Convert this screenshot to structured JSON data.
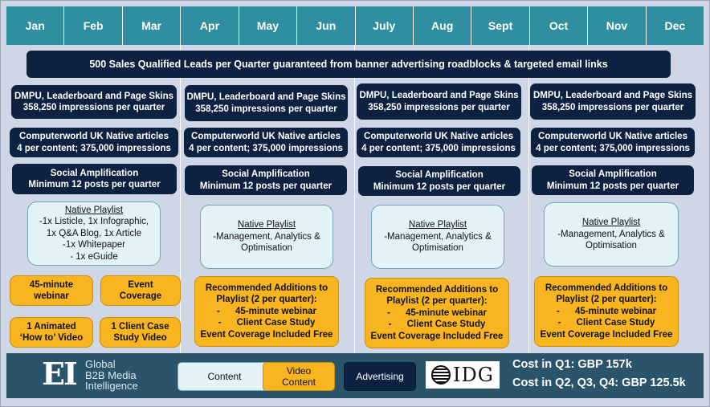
{
  "months": [
    "Jan",
    "Feb",
    "Mar",
    "Apr",
    "May",
    "Jun",
    "July",
    "Aug",
    "Sept",
    "Oct",
    "Nov",
    "Dec"
  ],
  "banner": "500 Sales Qualified Leads per Quarter guaranteed from banner advertising roadblocks & targeted email links",
  "quarters": [
    {
      "dmpu": [
        "DMPU, Leaderboard and Page Skins",
        "358,250 impressions per quarter"
      ],
      "native": [
        "Computerworld UK Native articles",
        "4 per content; 375,000 impressions"
      ],
      "social": [
        "Social Amplification",
        "Minimum 12 posts per quarter"
      ],
      "playlist_title": "Native Playlist",
      "playlist_lines": [
        "-1x Listicle, 1x Infographic,",
        "1x Q&A Blog, 1x Article",
        "-1x Whitepaper",
        "- 1x eGuide"
      ]
    },
    {
      "dmpu": [
        "DMPU, Leaderboard and Page Skins",
        "358,250 impressions per quarter"
      ],
      "native": [
        "Computerworld UK Native articles",
        "4 per content; 375,000 impressions"
      ],
      "social": [
        "Social Amplification",
        "Minimum 12 posts per quarter"
      ],
      "playlist_title": "Native Playlist",
      "playlist_lines": [
        "-Management, Analytics &",
        "Optimisation"
      ]
    },
    {
      "dmpu": [
        "DMPU, Leaderboard and Page Skins",
        "358,250 impressions per quarter"
      ],
      "native": [
        "Computerworld UK Native articles",
        "4 per content; 375,000 impressions"
      ],
      "social": [
        "Social Amplification",
        "Minimum 12 posts per quarter"
      ],
      "playlist_title": "Native Playlist",
      "playlist_lines": [
        "-Management, Analytics &",
        "Optimisation"
      ]
    },
    {
      "dmpu": [
        "DMPU, Leaderboard and Page Skins",
        "358,250 impressions per quarter"
      ],
      "native": [
        "Computerworld UK Native articles",
        "4 per content; 375,000 impressions"
      ],
      "social": [
        "Social Amplification",
        "Minimum 12 posts per quarter"
      ],
      "playlist_title": "Native Playlist",
      "playlist_lines": [
        "-Management, Analytics &",
        "Optimisation"
      ]
    }
  ],
  "q1_videos": {
    "webinar": [
      "45-minute",
      "webinar"
    ],
    "event": [
      "Event",
      "Coverage"
    ],
    "animated": [
      "1 Animated",
      "‘How to’ Video"
    ],
    "case_study": [
      "1 Client Case",
      "Study Video"
    ]
  },
  "recommended": {
    "title": [
      "Recommended Additions to",
      "Playlist (2 per quarter):"
    ],
    "items": [
      "-      45-minute webinar",
      "-      Client Case Study"
    ],
    "footer": "Event Coverage Included Free"
  },
  "legend": {
    "content": "Content",
    "video": [
      "Video",
      "Content"
    ],
    "advertising": "Advertising"
  },
  "logo": {
    "ei": "EI",
    "text": [
      "Global",
      "B2B Media",
      "Intelligence"
    ],
    "idg": "IDG"
  },
  "cost": {
    "q1": "Cost in Q1: GBP 157k",
    "q234": "Cost in Q2, Q3, Q4: GBP 125.5k"
  },
  "colors": {
    "header": "#2f8ea0",
    "advertising": "#0d2240",
    "content": "#e3f2f6",
    "video": "#f8b51f",
    "footer": "#2a5469"
  }
}
